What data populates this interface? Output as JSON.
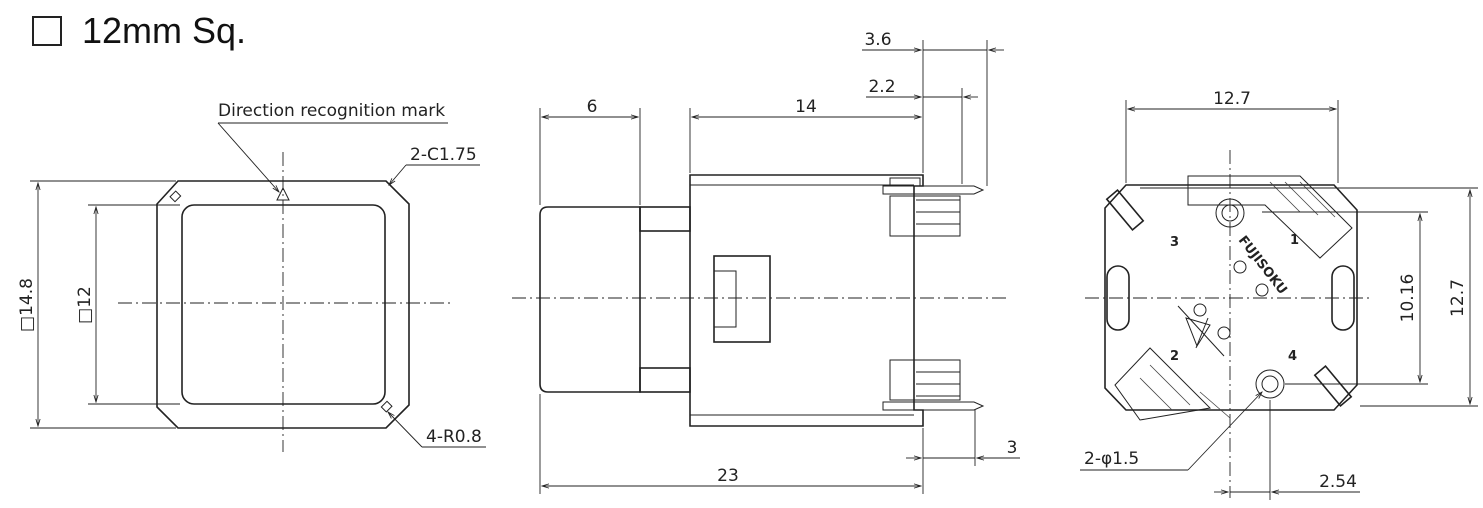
{
  "title": "12mm Sq.",
  "front_view": {
    "direction_mark_label": "Direction recognition mark",
    "chamfer_label": "2-C1.75",
    "radius_label": "4-R0.8",
    "outer_size_label": "□14.8",
    "inner_size_label": "□12"
  },
  "side_view": {
    "dim_3_6": "3.6",
    "dim_2_2": "2.2",
    "dim_6": "6",
    "dim_14": "14",
    "dim_23": "23",
    "dim_3": "3"
  },
  "bottom_view": {
    "width_label": "12.7",
    "height_label": "12.7",
    "pitch_label": "10.16",
    "pin_spacing_label": "2.54",
    "hole_label": "2-φ1.5",
    "brand_text": "FUJISOKU",
    "pin_labels": [
      "1",
      "2",
      "3",
      "4"
    ]
  }
}
